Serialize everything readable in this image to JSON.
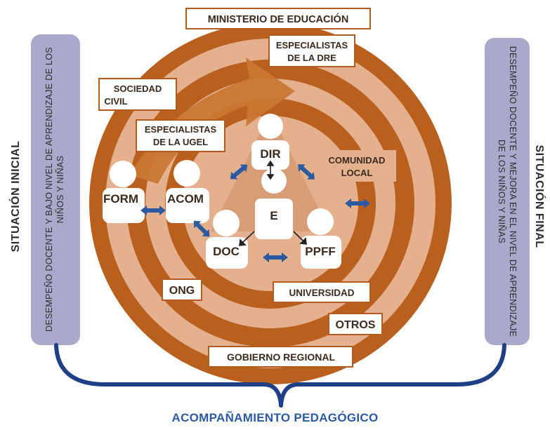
{
  "left_panel": {
    "title": "SITUACIÓN INICIAL",
    "description": "DESEMPEÑO DOCENTE Y BAJO NIVEL DE APRENDIZAJE DE LOS NIÑOS Y NIÑAS"
  },
  "right_panel": {
    "title": "SITUACIÓN FINAL",
    "description": "DESEMPEÑO DOCENTE Y MEJORA EN EL NIVEL DE APRENDIZAJE DE LOS NIÑOS Y NIÑAS"
  },
  "footer": "ACOMPAÑAMIENTO PEDAGÓGICO",
  "boxes": {
    "ministerio": "MINISTERIO DE EDUCACIÓN",
    "dre_line1": "ESPECIALISTAS",
    "dre_line2": "DE LA DRE",
    "sociedad_line1": "SOCIEDAD",
    "sociedad_line2": "CIVIL",
    "ugel_line1": "ESPECIALISTAS",
    "ugel_line2": "DE LA UGEL",
    "comunidad_line1": "COMUNIDAD",
    "comunidad_line2": "LOCAL",
    "ong": "ONG",
    "universidad": "UNIVERSIDAD",
    "otros": "OTROS",
    "gobierno": "GOBIERNO REGIONAL"
  },
  "actors": {
    "dir": "DIR",
    "e": "E",
    "doc": "DOC",
    "ppff": "PPFF",
    "acom": "ACOM",
    "form": "FORM"
  },
  "colors": {
    "dark_orange": "#b9601f",
    "light_orange": "#e4b08e",
    "panel": "#aaa9cb",
    "brace": "#1f3f86",
    "arrow": "#2c5aa0",
    "box_border": "#b55a1e"
  }
}
